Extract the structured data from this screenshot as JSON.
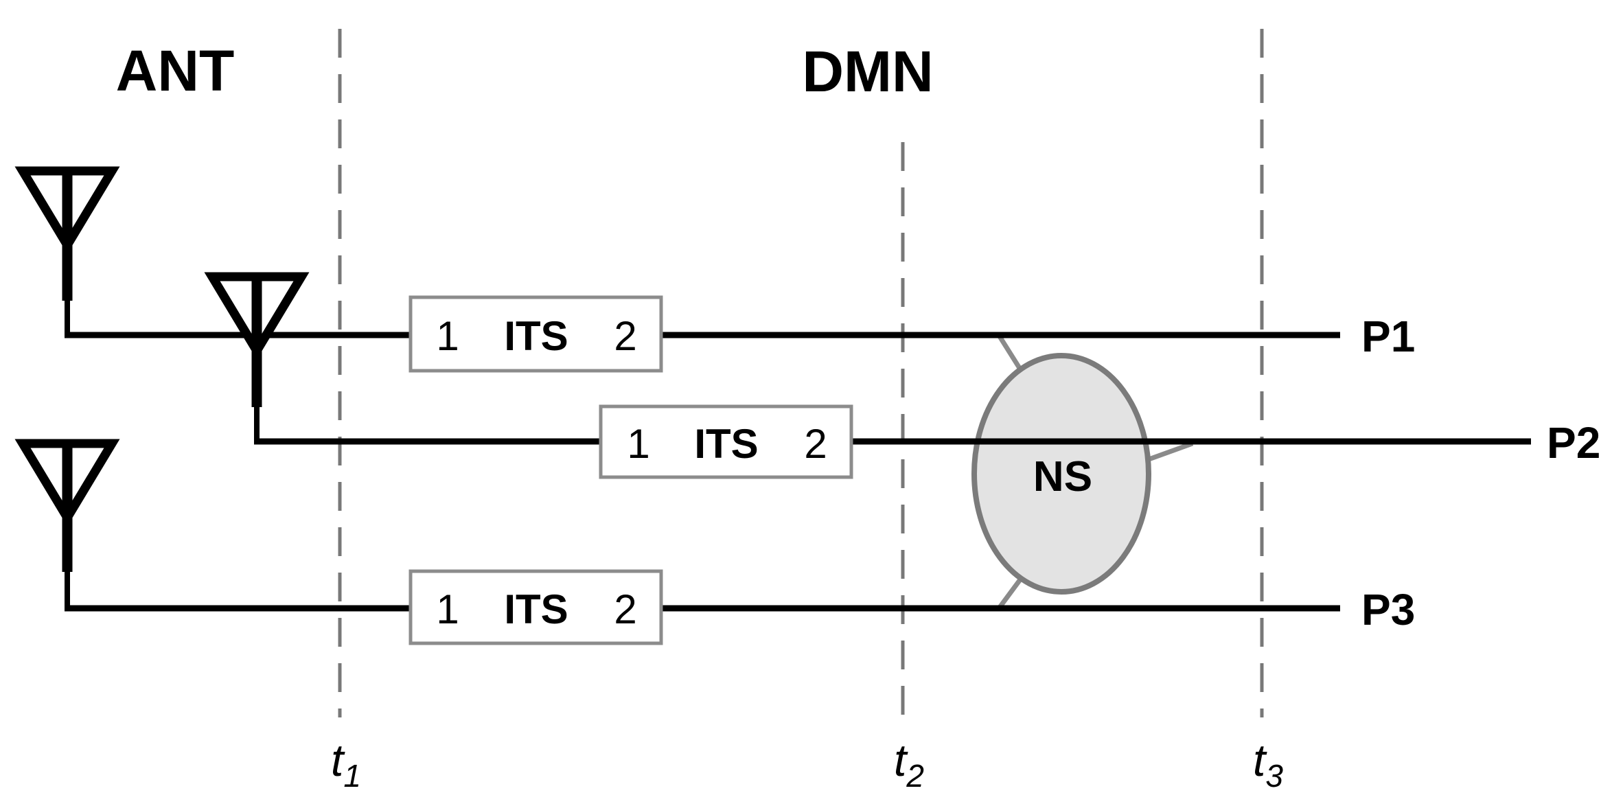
{
  "figure": {
    "background": "#ffffff",
    "sections": {
      "antenna_block_label": "ANT",
      "network_block_label": "DMN"
    },
    "time_markers": [
      {
        "base": "t",
        "sub": "1"
      },
      {
        "base": "t",
        "sub": "2"
      },
      {
        "base": "t",
        "sub": "3"
      }
    ],
    "ports": [
      {
        "label": "P1"
      },
      {
        "label": "P2"
      },
      {
        "label": "P3"
      }
    ],
    "its_boxes": [
      {
        "port1": "1",
        "name": "ITS",
        "port2": "2"
      },
      {
        "port1": "1",
        "name": "ITS",
        "port2": "2"
      },
      {
        "port1": "1",
        "name": "ITS",
        "port2": "2"
      }
    ],
    "ns": {
      "label": "NS"
    },
    "colors": {
      "line": "#000000",
      "dashed_line": "#787878",
      "its_border": "#8c8c8c",
      "ellipse_fill": "#e3e3e3",
      "ellipse_stroke": "#7b7b7b",
      "connector": "#8a8a8a"
    }
  }
}
